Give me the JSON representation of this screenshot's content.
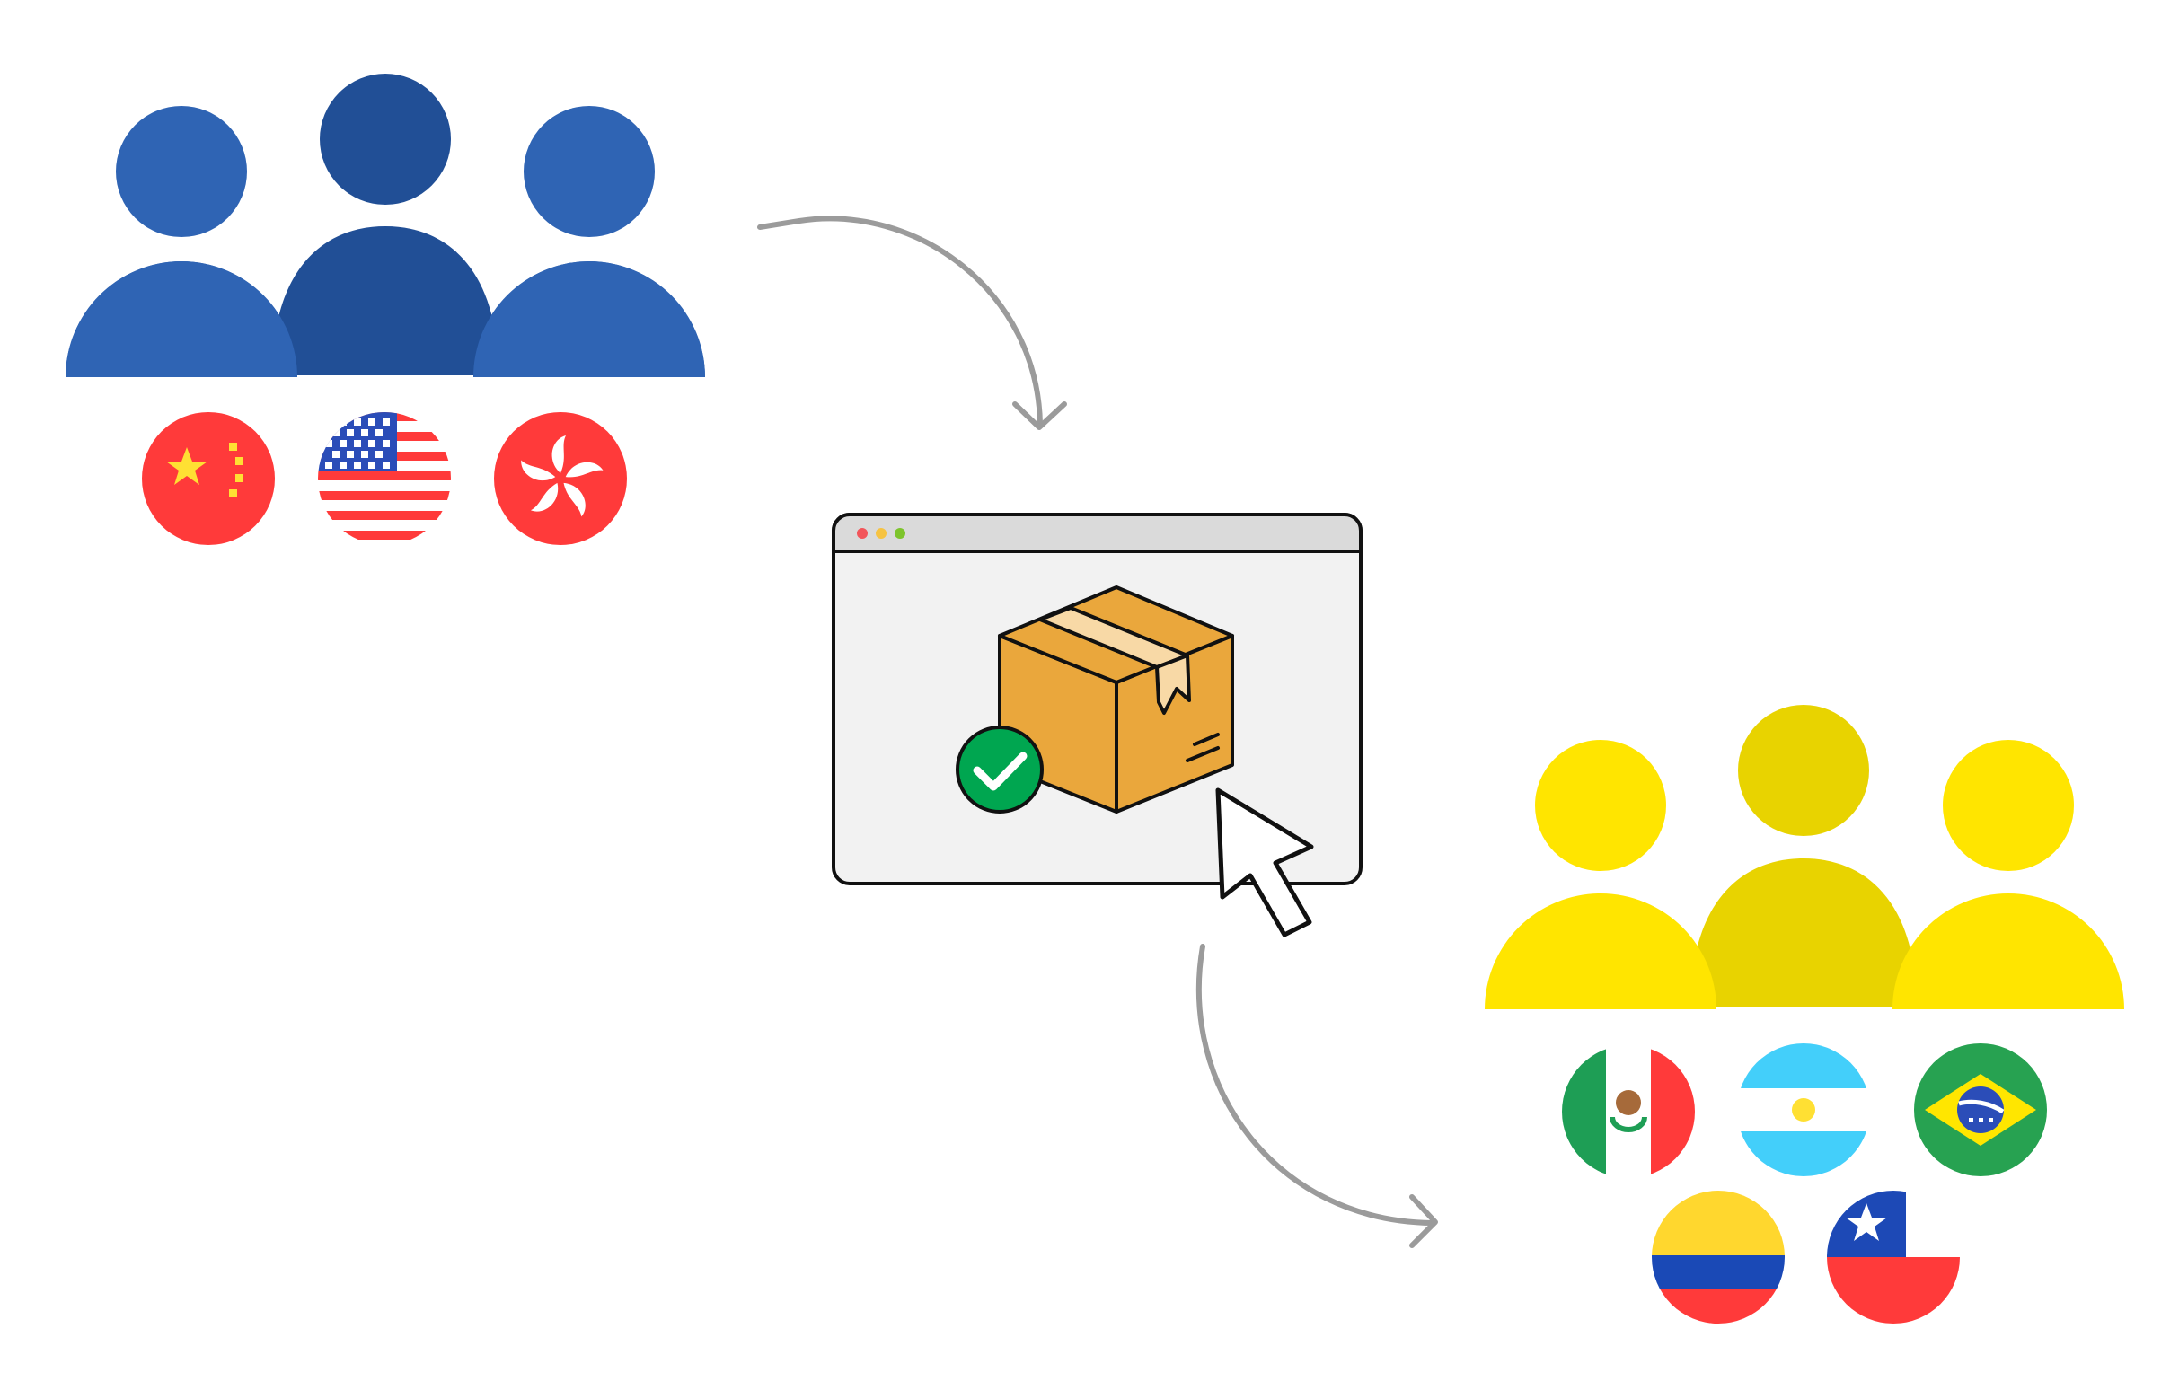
{
  "diagram": {
    "source_group": {
      "name": "sellers-group",
      "color_main": "#2F64B4",
      "color_center": "#214F96",
      "flags": [
        "china-flag",
        "usa-flag",
        "hong-kong-flag"
      ]
    },
    "center": {
      "window": "browser-window",
      "window_dot_colors": [
        "#F2555A",
        "#F6C342",
        "#7DC42C"
      ],
      "box_color": "#EAA73C",
      "box_tape_color": "#F8D9A6",
      "check_color": "#00A650",
      "cursor": "mouse-pointer-icon"
    },
    "target_group": {
      "name": "buyers-group",
      "color_main": "#FFE500",
      "color_center": "#E8D300",
      "flags": [
        "mexico-flag",
        "argentina-flag",
        "brazil-flag",
        "colombia-flag",
        "chile-flag"
      ]
    },
    "arrow_color": "#9B9B9B",
    "colors": {
      "red": "#FF3A3A",
      "yellow": "#FFE033",
      "blue_us": "#2B4DB8",
      "mx_green": "#1E9E55",
      "ar_blue": "#43CFFA",
      "br_green": "#27A251",
      "br_yellow": "#FFE600",
      "co_yellow": "#FFD72E",
      "co_blue": "#1A49B6",
      "cl_blue": "#1D49B6"
    }
  }
}
